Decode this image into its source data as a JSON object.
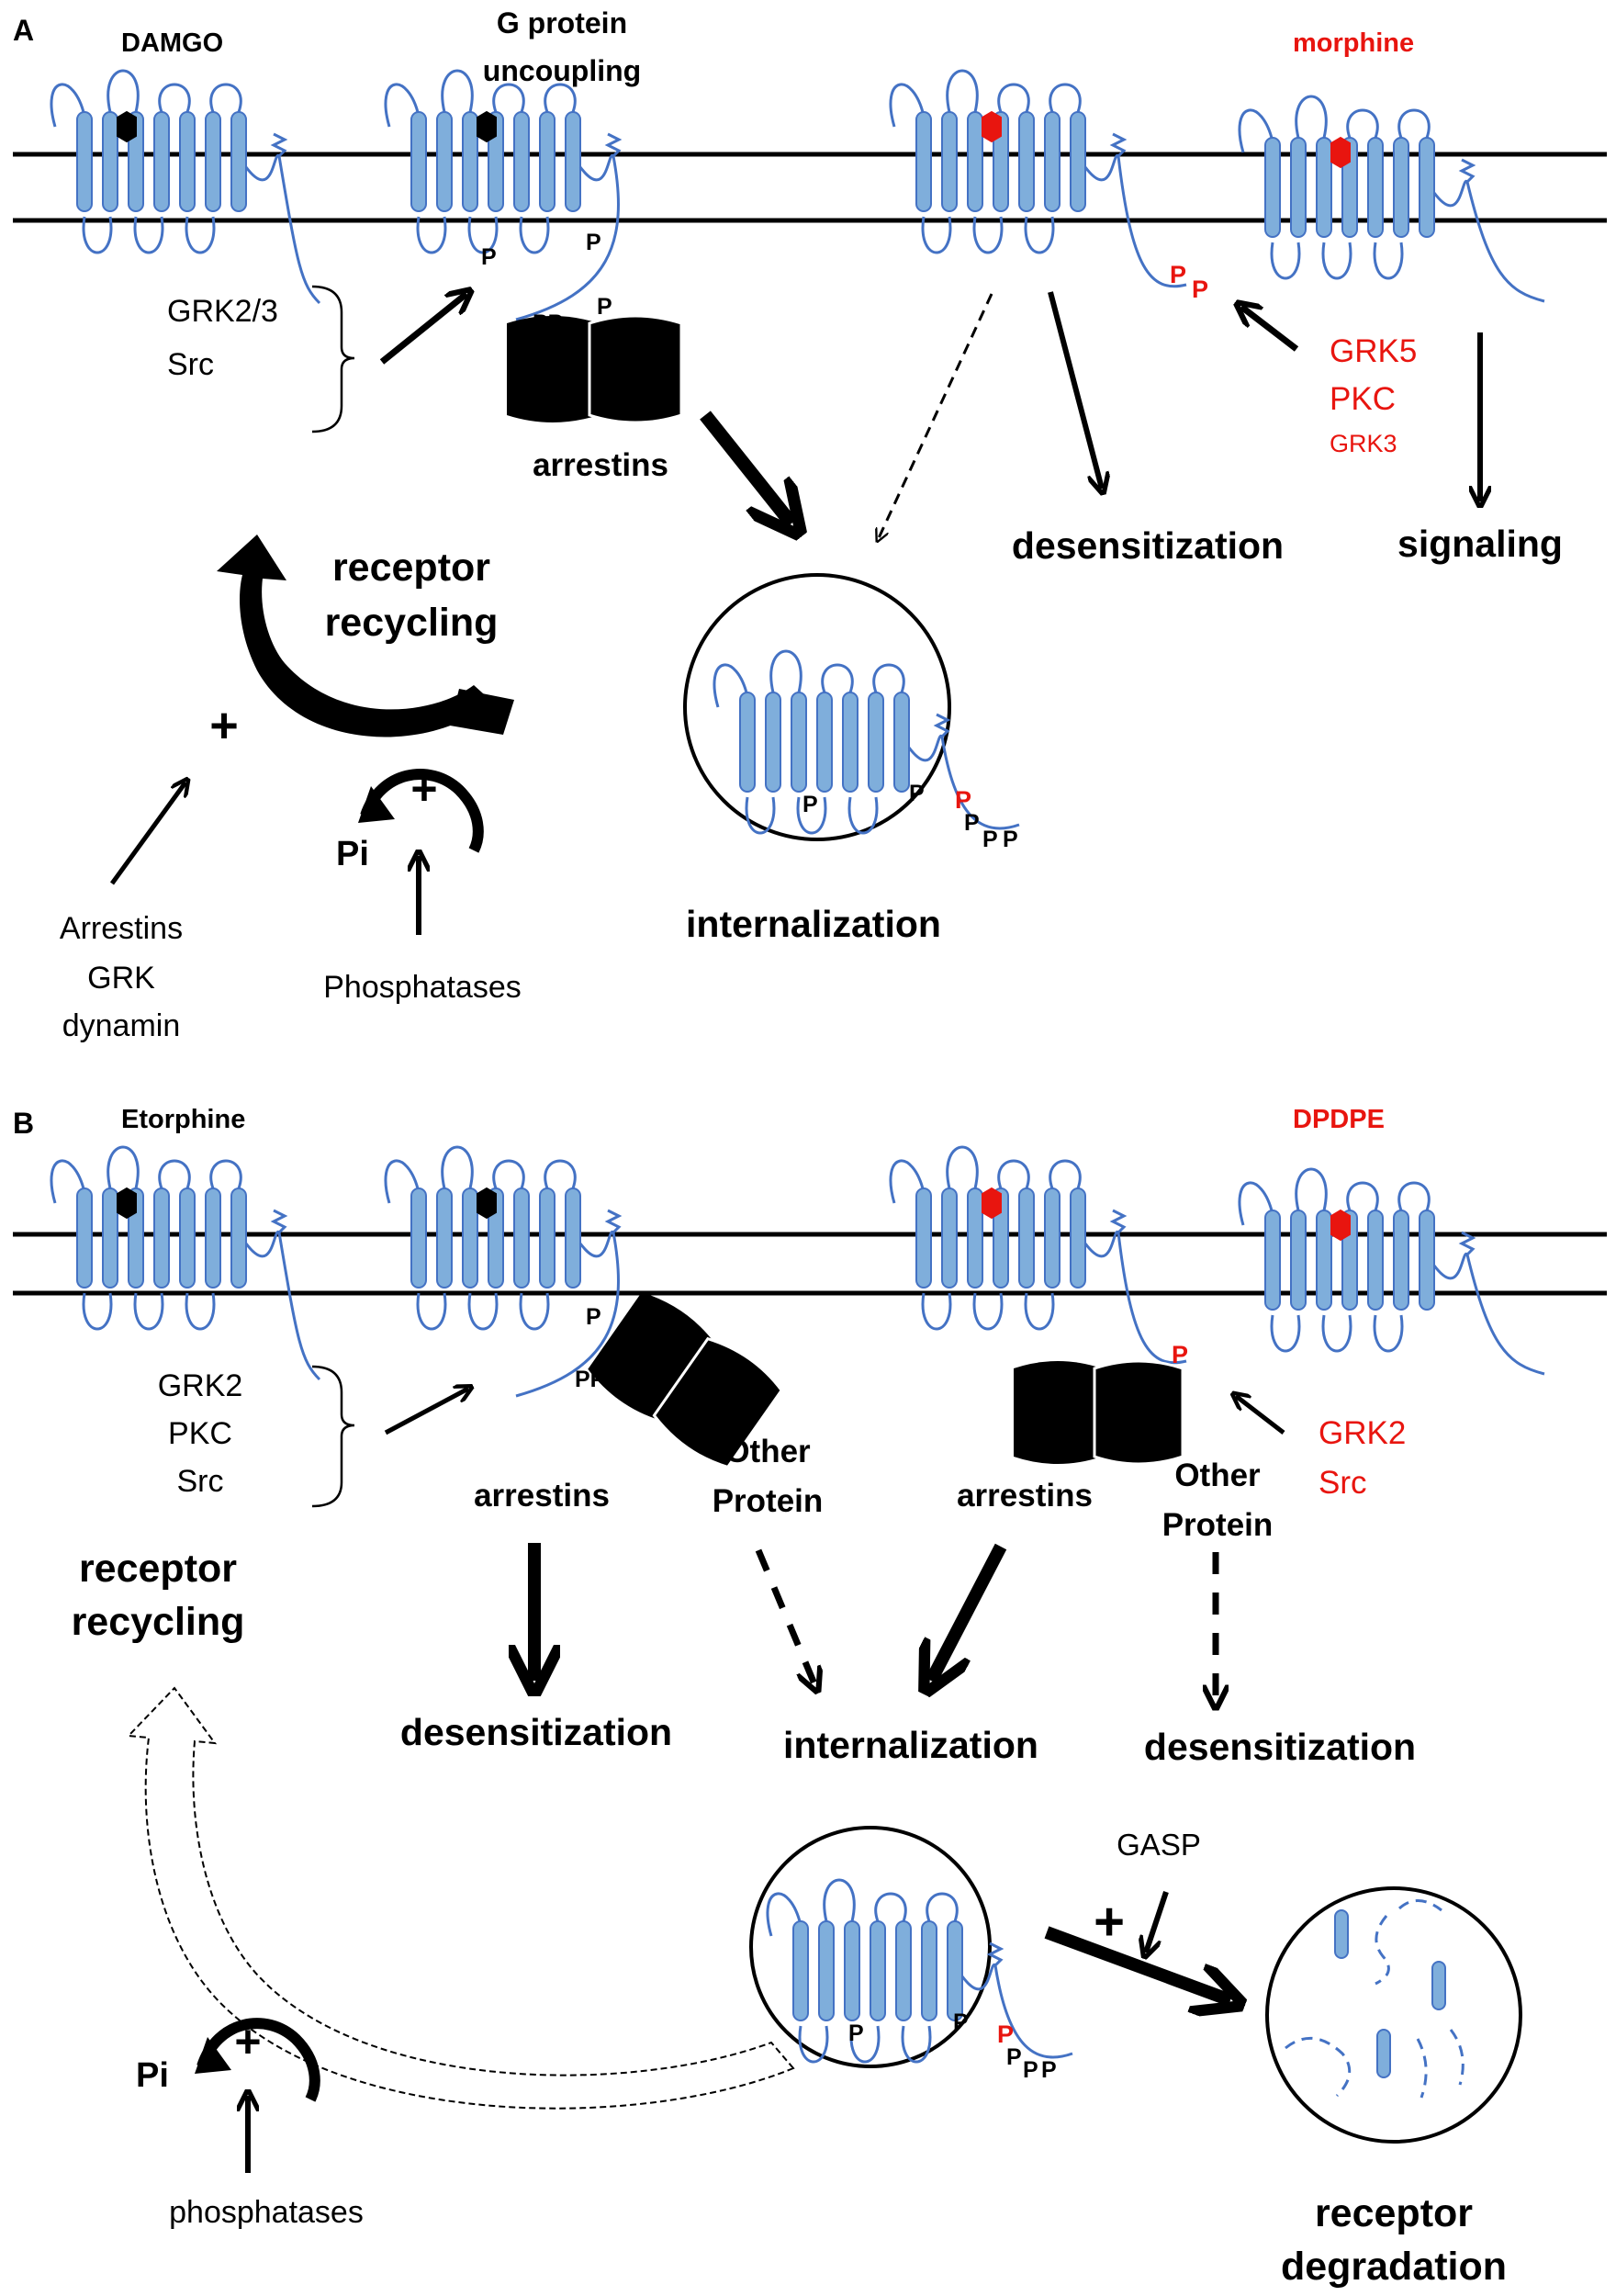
{
  "colors": {
    "membrane": "#000000",
    "receptor_fill": "#7faedb",
    "receptor_stroke": "#4472c4",
    "agonist_red": "#e8150f",
    "agonist_black": "#000000",
    "text_red": "#e8150f",
    "text_black": "#000000"
  },
  "panel_a": {
    "panel_label": "A",
    "ligand_left": "DAMGO",
    "g_protein_line1": "G protein",
    "g_protein_line2": "uncoupling",
    "ligand_right": "morphine",
    "kinases_left": [
      "GRK2/3",
      "Src"
    ],
    "kinases_right": [
      "GRK5",
      "PKC",
      "GRK3"
    ],
    "arrestins": "arrestins",
    "desensitization": "desensitization",
    "signaling": "signaling",
    "recycling_line1": "receptor",
    "recycling_line2": "recycling",
    "plus": "+",
    "pi": "Pi",
    "regulators": [
      "Arrestins",
      "GRK",
      "dynamin"
    ],
    "phosphatases": "Phosphatases",
    "internalization": "internalization",
    "phospho": "P",
    "phospho_pair": "PP"
  },
  "panel_b": {
    "panel_label": "B",
    "ligand_left": "Etorphine",
    "ligand_right": "DPDPE",
    "kinases_left": [
      "GRK2",
      "PKC",
      "Src"
    ],
    "kinases_right": [
      "GRK2",
      "Src"
    ],
    "arrestins_left": "arrestins",
    "other_protein_line1": "Other",
    "other_protein_line2": "Protein",
    "arrestins_right": "arrestins",
    "recycling_line1": "receptor",
    "recycling_line2": "recycling",
    "desensitization_left": "desensitization",
    "internalization": "internalization",
    "desensitization_right": "desensitization",
    "gasp": "GASP",
    "plus": "+",
    "pi": "Pi",
    "phosphatases": "phosphatases",
    "degradation_line1": "receptor",
    "degradation_line2": "degradation",
    "phospho": "P",
    "phospho_pair": "PP"
  }
}
